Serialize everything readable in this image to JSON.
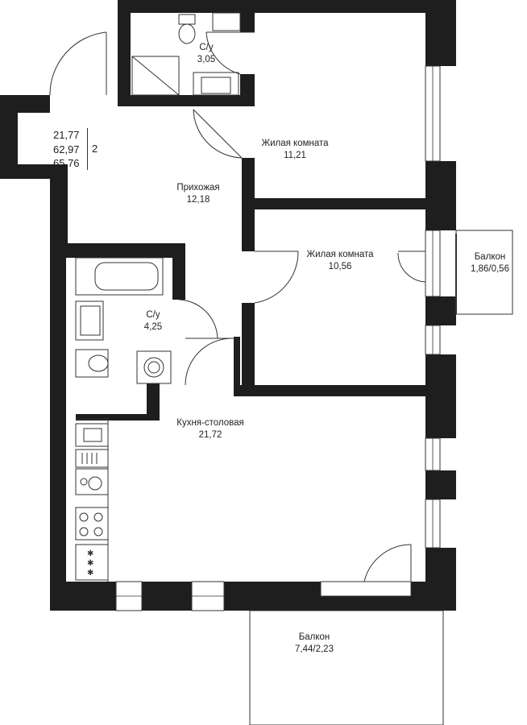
{
  "plan": {
    "rooms": [
      {
        "id": "bath1",
        "name": "С/у",
        "area": "3,05"
      },
      {
        "id": "living1",
        "name": "Жилая комната",
        "area": "11,21"
      },
      {
        "id": "hall",
        "name": "Прихожая",
        "area": "12,18"
      },
      {
        "id": "living2",
        "name": "Жилая комната",
        "area": "10,56"
      },
      {
        "id": "bath2",
        "name": "С/у",
        "area": "4,25"
      },
      {
        "id": "kitchen",
        "name": "Кухня-столовая",
        "area": "21,72"
      },
      {
        "id": "balcony1",
        "name": "Балкон",
        "area": "1,86/0,56"
      },
      {
        "id": "balcony2",
        "name": "Балкон",
        "area": "7,44/2,23"
      }
    ],
    "summary": {
      "areas": [
        "21,77",
        "62,97",
        "65,76"
      ],
      "rooms": "2"
    },
    "colors": {
      "wall": "#1e1e1e",
      "line": "#333333",
      "background": "#ffffff"
    }
  }
}
